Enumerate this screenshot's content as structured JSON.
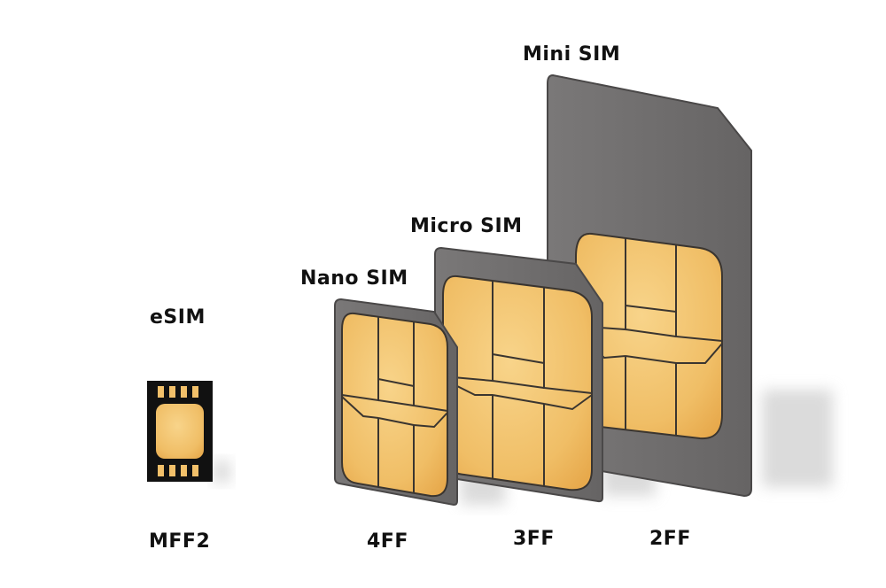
{
  "cards": [
    {
      "id": "esim",
      "name": "eSIM",
      "form_factor": "MFF2"
    },
    {
      "id": "nano",
      "name": "Nano SIM",
      "form_factor": "4FF"
    },
    {
      "id": "micro",
      "name": "Micro SIM",
      "form_factor": "3FF"
    },
    {
      "id": "mini",
      "name": "Mini SIM",
      "form_factor": "2FF"
    }
  ],
  "colors": {
    "card_body": "#6f6d6d",
    "card_edge": "#4a4848",
    "chip_gold": "#f2c06a",
    "chip_line": "#3a3530",
    "esim_black": "#111111",
    "background": "#ffffff"
  }
}
